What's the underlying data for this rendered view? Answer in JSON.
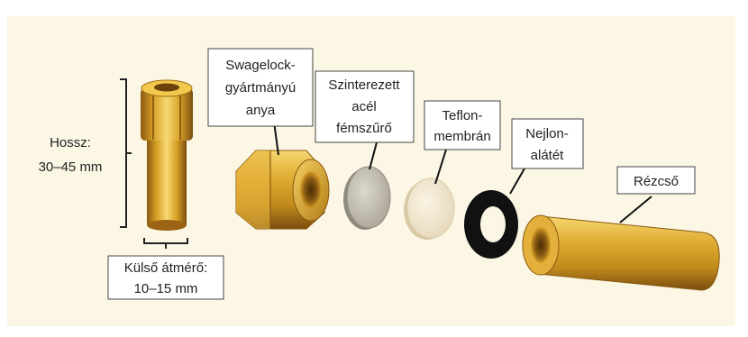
{
  "labels": {
    "length_line1": "Hossz:",
    "length_line2": "30–45 mm",
    "diameter_line1": "Külső átmérő:",
    "diameter_line2": "10–15 mm",
    "nut_line1": "Swagelock-",
    "nut_line2": "gyártmányú",
    "nut_line3": "anya",
    "filter_line1": "Szinterezett",
    "filter_line2": "acél",
    "filter_line3": "fémszűrő",
    "membrane_line1": "Teflon-",
    "membrane_line2": "membrán",
    "washer_line1": "Nejlon-",
    "washer_line2": "alátét",
    "tube_line1": "Rézcső"
  },
  "colors": {
    "background": "#fbf7e4",
    "brass_light": "#f2c94c",
    "brass_mid": "#d9a227",
    "brass_dark": "#8a5a12",
    "filter": "#c9c4b6",
    "membrane": "#efe5d0",
    "washer": "#111111"
  }
}
